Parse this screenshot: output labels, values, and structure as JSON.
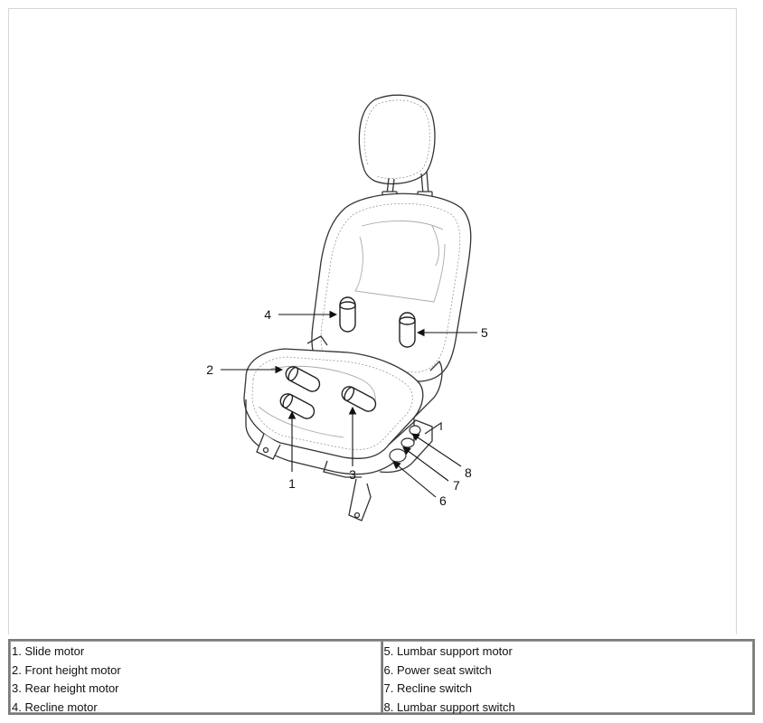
{
  "diagram": {
    "callouts": [
      "1",
      "2",
      "3",
      "4",
      "5",
      "6",
      "7",
      "8"
    ]
  },
  "legend": {
    "left": [
      "1. Slide motor",
      "2. Front height motor",
      "3. Rear height motor",
      "4. Recline motor"
    ],
    "right": [
      "5. Lumbar support motor",
      "6. Power seat switch",
      "7. Recline switch",
      "8. Lumbar support switch"
    ]
  }
}
